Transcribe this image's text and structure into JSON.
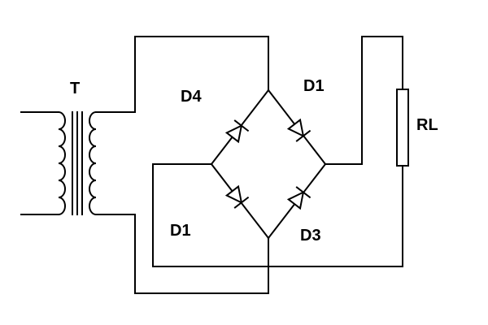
{
  "labels": {
    "transformer": "T",
    "diode_top_left": "D4",
    "diode_top_right": "D1",
    "diode_bottom_left": "D1",
    "diode_bottom_right": "D3",
    "load_resistor": "RL"
  }
}
